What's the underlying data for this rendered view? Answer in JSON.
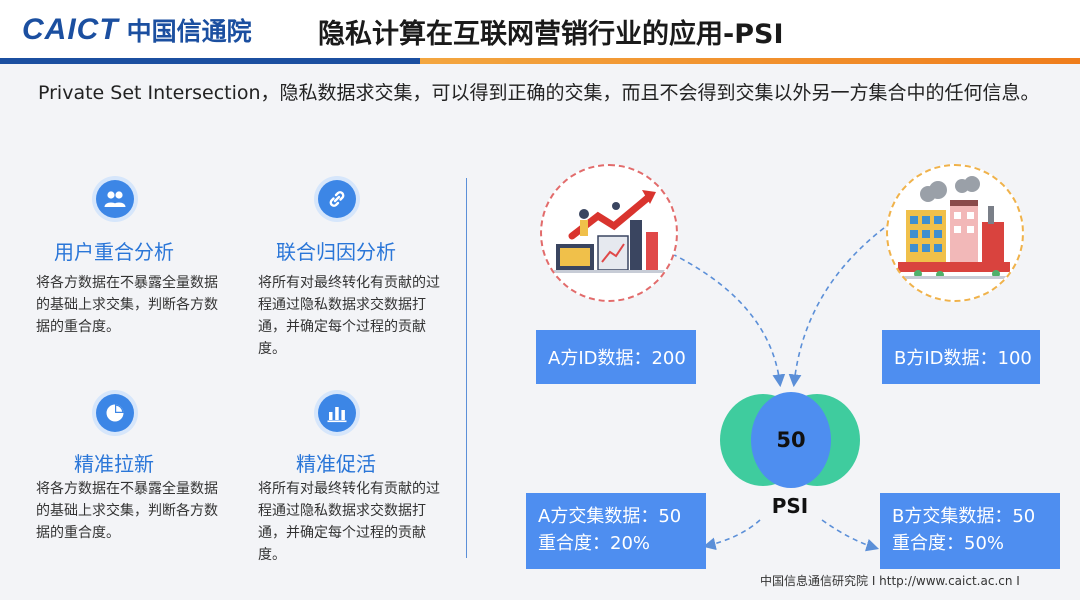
{
  "header": {
    "logo_en": "CAICT",
    "logo_cn": "中国信通院",
    "title": "隐私计算在互联网营销行业的应用-PSI"
  },
  "intro": "Private Set Intersection，隐私数据求交集，可以得到正确的交集，而且不会得到交集以外另一方集合中的任何信息。",
  "features": [
    {
      "title": "用户重合分析",
      "desc": "将各方数据在不暴露全量数据的基础上求交集，判断各方数据的重合度。",
      "icon": "users-icon"
    },
    {
      "title": "联合归因分析",
      "desc": "将所有对最终转化有贡献的过程通过隐私数据求交数据打通，并确定每个过程的贡献度。",
      "icon": "link-icon"
    },
    {
      "title": "精准拉新",
      "desc": "将各方数据在不暴露全量数据的基础上求交集，判断各方数据的重合度。",
      "icon": "pie-chart-icon"
    },
    {
      "title": "精准促活",
      "desc": "将所有对最终转化有贡献的过程通过隐私数据求交数据打通，并确定每个过程的贡献度。",
      "icon": "bar-chart-icon"
    }
  ],
  "diagram": {
    "a_id": "A方ID数据：200",
    "b_id": "B方ID数据：100",
    "intersection": "50",
    "psi_label": "PSI",
    "a_result": {
      "line1": "A方交集数据：50",
      "line2": "重合度：20%"
    },
    "b_result": {
      "line1": "B方交集数据：50",
      "line2": "重合度：50%"
    }
  },
  "colors": {
    "brand_blue": "#1b4fa0",
    "accent_orange": "#ef7d1c",
    "box_blue": "#4e8ef0",
    "venn_green": "#3fcc9e"
  },
  "footer": "中国信息通信研究院  I  http://www.caict.ac.cn  I"
}
